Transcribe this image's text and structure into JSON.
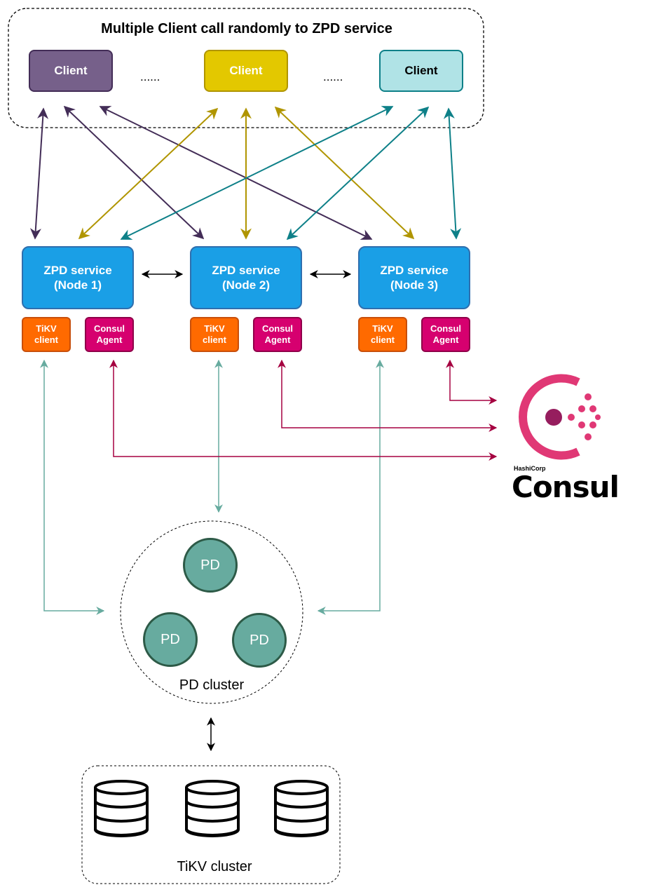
{
  "title": "Multiple Client call randomly to ZPD service",
  "clients": [
    {
      "label": "Client",
      "fill": "#76608a",
      "stroke": "#432d57",
      "text_color": "#ffffff"
    },
    {
      "label": "Client",
      "fill": "#e3c800",
      "stroke": "#b09500",
      "text_color": "#ffffff"
    },
    {
      "label": "Client",
      "fill": "#b0e3e6",
      "stroke": "#0e8088",
      "text_color": "#000000"
    }
  ],
  "ellipsis": [
    "......",
    "......"
  ],
  "zpd_nodes": [
    {
      "line1": "ZPD service",
      "line2": "(Node 1)",
      "tikv": "TiKV client",
      "agent": "Consul Agent"
    },
    {
      "line1": "ZPD service",
      "line2": "(Node 2)",
      "tikv": "TiKV client",
      "agent": "Consul Agent"
    },
    {
      "line1": "ZPD service",
      "line2": "(Node 3)",
      "tikv": "TiKV client",
      "agent": "Consul Agent"
    }
  ],
  "pd": {
    "node_label": "PD",
    "cluster_label": "PD cluster"
  },
  "tikv_cluster_label": "TiKV cluster",
  "consul": {
    "vendor": "HashiCorp",
    "name": "Consul"
  },
  "colors": {
    "client_purple": "#432d57",
    "client_yellow": "#b09500",
    "client_teal": "#0e8088",
    "tikv_link": "#67ab9f",
    "consul_link": "#a50040",
    "consul_brand": "#e03875"
  }
}
